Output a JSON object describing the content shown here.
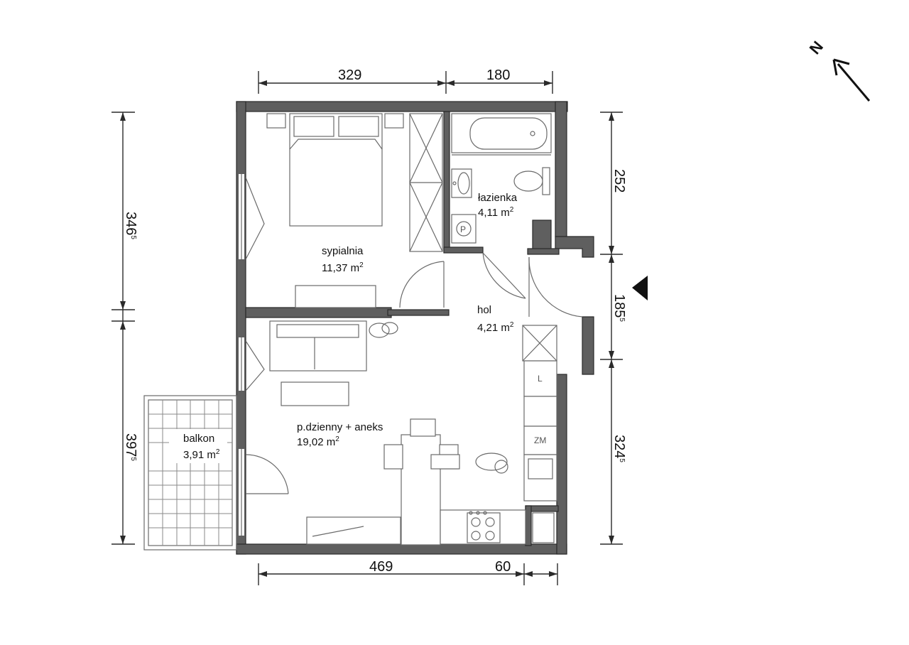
{
  "dimensions": {
    "top_left": "329",
    "top_right": "180",
    "bottom_left": "469",
    "bottom_right": "60",
    "left_top": {
      "main": "346",
      "sup": "5"
    },
    "left_bottom": {
      "main": "397",
      "sup": "5"
    },
    "right_top": {
      "main": "252",
      "sup": ""
    },
    "right_mid": {
      "main": "185",
      "sup": "5"
    },
    "right_bottom": {
      "main": "324",
      "sup": "5"
    }
  },
  "rooms": {
    "sypialnia": {
      "name": "sypialnia",
      "area": "11,37 m",
      "unit_sup": "2"
    },
    "lazienka": {
      "name": "łazienka",
      "area": "4,11 m",
      "unit_sup": "2"
    },
    "hol": {
      "name": "hol",
      "area": "4,21 m",
      "unit_sup": "2"
    },
    "dzienny": {
      "name": "p.dzienny + aneks",
      "area": "19,02 m",
      "unit_sup": "2"
    },
    "balkon": {
      "name": "balkon",
      "area": "3,91 m",
      "unit_sup": "2"
    }
  },
  "fixtures": {
    "washer": "P",
    "fridge": "L",
    "dishwasher": "ZM"
  },
  "north_label": "N",
  "icons": [
    "north-arrow-icon",
    "entrance-triangle-icon"
  ],
  "colors": {
    "wall": "#5f5f5f",
    "line": "#6a6a6a"
  }
}
